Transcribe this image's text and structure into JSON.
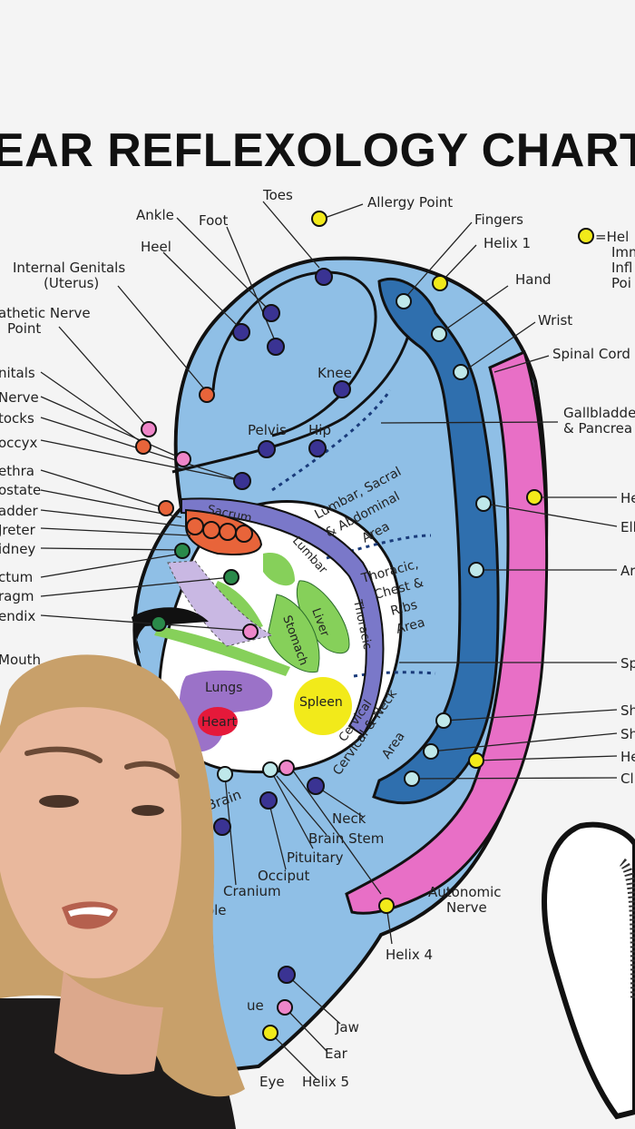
{
  "title": "EAR REFLEXOLOGY CHART",
  "legend": {
    "marker_color": "#f2ea1a",
    "lines": [
      "=Hel",
      "Imm",
      "Infl",
      "Poi"
    ]
  },
  "colors": {
    "background": "#f4f4f4",
    "ear_body": "#8fbfe6",
    "antihelix_band": "#2f6fae",
    "helix_band": "#e86fc6",
    "sacrum": "#e8643a",
    "lumbar": "#7a78c9",
    "green_organs": "#86d05a",
    "lungs": "#9b72c8",
    "heart": "#e5193a",
    "spleen": "#f2ea1a",
    "point_dark": "#3a3393",
    "point_light": "#bfe8ea",
    "point_yellow": "#f2ea1a",
    "point_pink": "#ee86c9",
    "point_orange": "#e8643a",
    "point_green": "#2a8a4a"
  },
  "labels": {
    "toes": "Toes",
    "allergy_point": "Allergy Point",
    "ankle": "Ankle",
    "foot": "Foot",
    "fingers": "Fingers",
    "heel": "Heel",
    "helix1": "Helix 1",
    "internal_genitals_1": "Internal Genitals",
    "internal_genitals_2": "(Uterus)",
    "hand": "Hand",
    "sympathetic_1": "athetic Nerve",
    "sympathetic_2": "Point",
    "wrist": "Wrist",
    "spinal_cord": "Spinal Cord",
    "genitals": "nitals",
    "nerve": "Nerve",
    "buttocks": "tocks",
    "coccyx": "occyx",
    "gallbladder_1": "Gallbladde",
    "gallbladder_2": "& Pancrea",
    "knee": "Knee",
    "pelvis": "Pelvis",
    "hip": "Hip",
    "urethra": "ethra",
    "prostate": "ostate",
    "bladder": "adder",
    "ureter": "Jreter",
    "kidney": "idney",
    "rectum": "ctum",
    "diaphragm": "ragm",
    "appendix": "endix",
    "mouth": "Mouth",
    "right_he": "He",
    "right_el": "Ell",
    "right_ar": "Ar",
    "right_sp": "Sp",
    "right_sh1": "Sh",
    "right_sh2": "Sh",
    "right_he2": "He",
    "right_cl": "Cl",
    "lumbar_sacral_1": "Lumbar, Sacral",
    "lumbar_sacral_2": "& Abdominal",
    "lumbar_sacral_3": "Area",
    "thoracic_area_1": "Thoracic,",
    "thoracic_area_2": "Chest &",
    "thoracic_area_3": "Ribs",
    "thoracic_area_4": "Area",
    "sacrum": "Sacrum",
    "lumbar": "Lumbar",
    "thoracic": "Thoracic",
    "cervical": "Cervical",
    "cervical_neck_1": "Cervical & Neck",
    "cervical_neck_2": "Area",
    "liver": "Liver",
    "stomach": "Stomach",
    "lungs": "Lungs",
    "heart": "Heart",
    "spleen": "Spleen",
    "brain": "Brain",
    "neck": "Neck",
    "brain_stem": "Brain Stem",
    "pituitary": "Pituitary",
    "occiput": "Occiput",
    "cranium": "Cranium",
    "temple": "mple",
    "autonomic_1": "Autonomic",
    "autonomic_2": "Nerve",
    "helix4": "Helix 4",
    "jaw": "Jaw",
    "ear": "Ear",
    "eye": "Eye",
    "helix5": "Helix 5",
    "tongue": "ue"
  },
  "presenter": {
    "hair": "#c8a06a",
    "skin": "#e9b89d",
    "shirt": "#1c1a1a"
  }
}
